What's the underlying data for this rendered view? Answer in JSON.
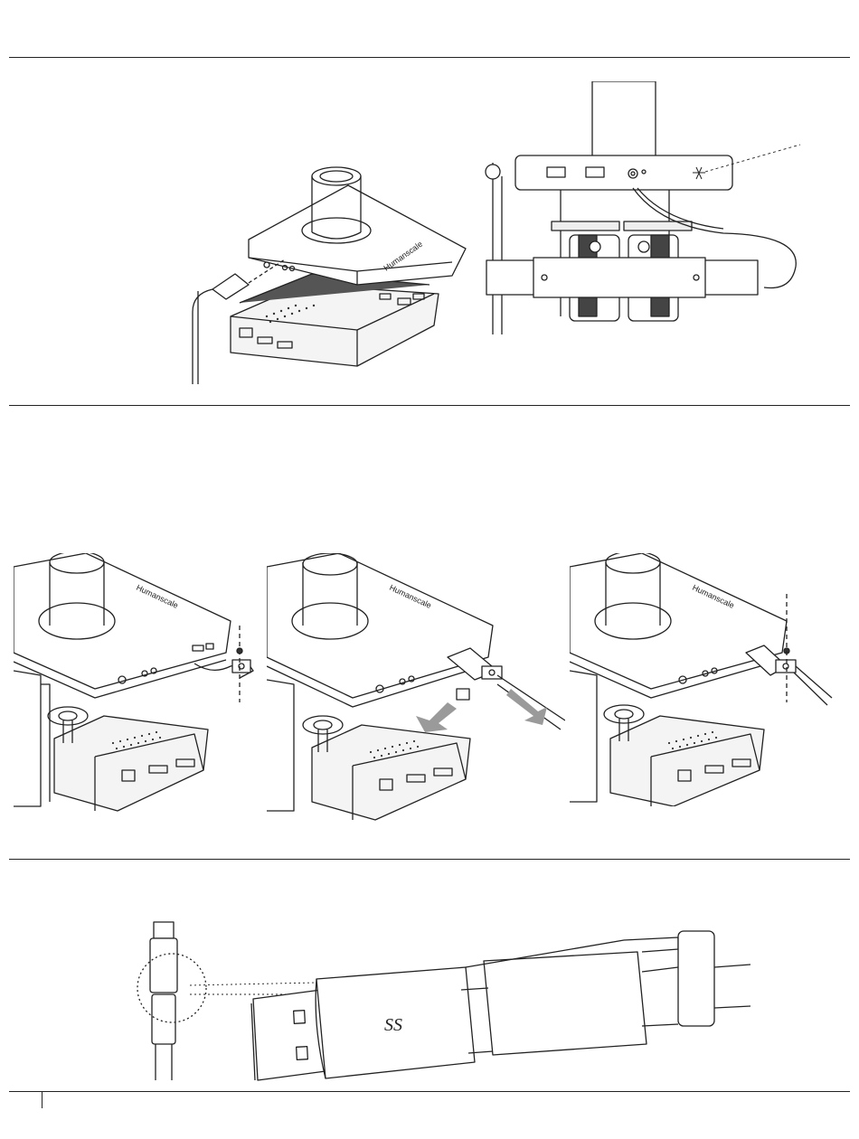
{
  "page": {
    "brand_text": "Humanscale",
    "usb_logo_text": "SS",
    "sections": [
      {
        "id": "section-1",
        "figures": [
          "power-cable-connection",
          "rear-cable-routing"
        ]
      },
      {
        "id": "section-2",
        "figures": [
          "screw-tab-start",
          "cable-clip-insert",
          "screw-tab-secured"
        ]
      },
      {
        "id": "section-3",
        "figures": [
          "usb-plug-detail"
        ]
      }
    ]
  },
  "colors": {
    "line": "#222222",
    "fill_light": "#f2f2f2",
    "fill_dark": "#555555",
    "arrow_gray": "#9a9a9a"
  }
}
